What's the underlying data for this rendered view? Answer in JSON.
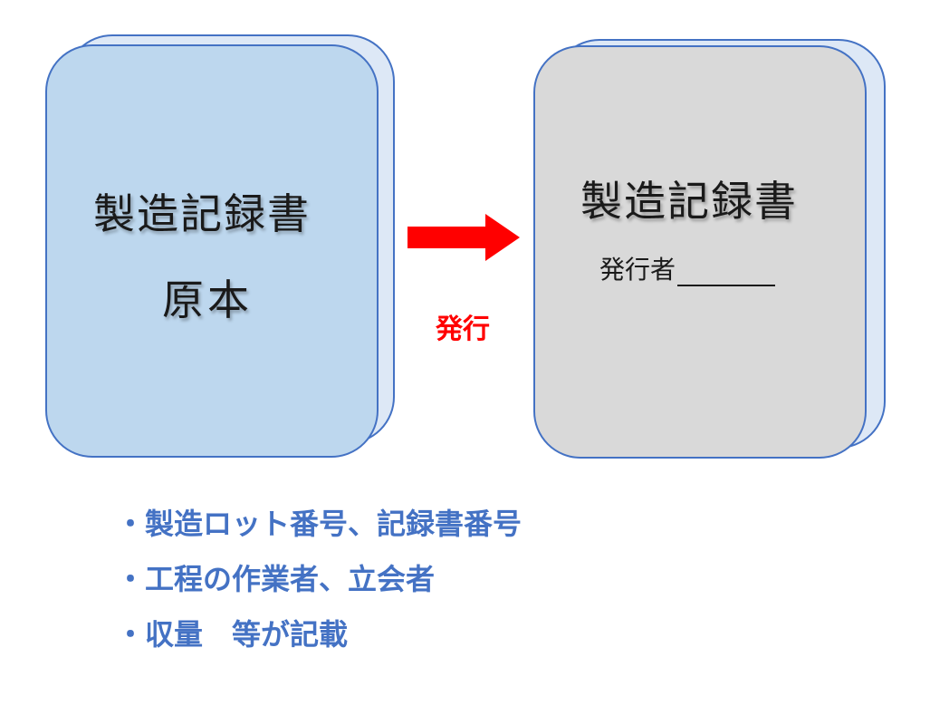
{
  "left_document": {
    "title": "製造記録書",
    "subtitle": "原本"
  },
  "right_document": {
    "title": "製造記録書",
    "issuer_label": "発行者"
  },
  "arrow": {
    "label": "発行",
    "color": "#ff0000"
  },
  "bullets": [
    "・製造ロット番号、記録書番号",
    "・工程の作業者、立会者",
    "・収量　等が記載"
  ],
  "colors": {
    "border": "#4472c4",
    "left_front_fill": "#bdd7ee",
    "back_fill": "#dde8f6",
    "right_front_fill": "#d9d9d9",
    "bullet_text": "#4472c4"
  }
}
